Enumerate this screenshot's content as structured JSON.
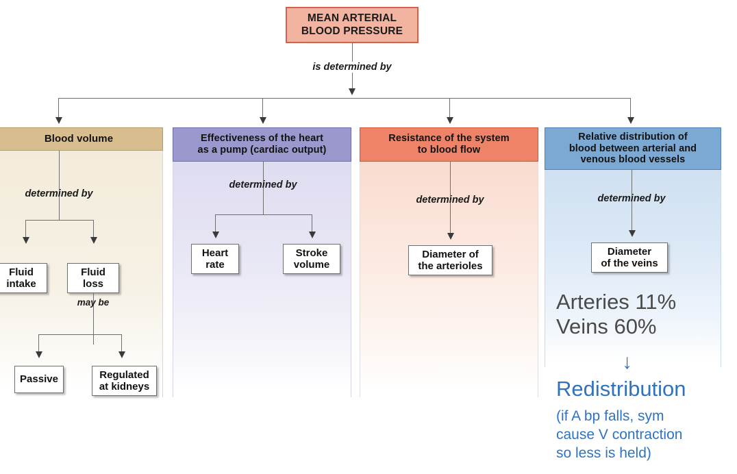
{
  "diagram": {
    "root": {
      "label_line1": "MEAN ARTERIAL",
      "label_line2": "BLOOD PRESSURE",
      "connector_caption": "is determined by",
      "fill": "#f2b3a0",
      "border": "#d4614a"
    },
    "columns": [
      {
        "id": "blood-volume",
        "header": "Blood volume",
        "header_fill": "#d8bd8f",
        "header_border": "#b79a68",
        "caption_1": "determined by",
        "children": [
          {
            "line1": "Fluid",
            "line2": "intake"
          },
          {
            "line1": "Fluid",
            "line2": "loss"
          }
        ],
        "caption_2": "may be",
        "grandchildren": [
          {
            "line1": "Passive",
            "line2": ""
          },
          {
            "line1": "Regulated",
            "line2": "at kidneys"
          }
        ]
      },
      {
        "id": "cardiac-output",
        "header_line1": "Effectiveness of the heart",
        "header_line2": "as a pump (cardiac output)",
        "header_fill": "#9b98cd",
        "header_border": "#6e6bab",
        "caption_1": "determined by",
        "children": [
          {
            "line1": "Heart",
            "line2": "rate"
          },
          {
            "line1": "Stroke",
            "line2": "volume"
          }
        ]
      },
      {
        "id": "resistance",
        "header_line1": "Resistance of the system",
        "header_line2": "to blood flow",
        "header_fill": "#ee8368",
        "header_border": "#d4563a",
        "caption_1": "determined by",
        "children": [
          {
            "line1": "Diameter of",
            "line2": "the arterioles"
          }
        ]
      },
      {
        "id": "distribution",
        "header_line1": "Relative distribution of",
        "header_line2": "blood between arterial and",
        "header_line3": "venous blood vessels",
        "header_fill": "#7ba9d4",
        "header_border": "#4e80b3",
        "caption_1": "determined by",
        "children": [
          {
            "line1": "Diameter",
            "line2": "of the veins"
          }
        ]
      }
    ],
    "annotation": {
      "stat_line1": "Arteries 11%",
      "stat_line2": "Veins 60%",
      "arrow_glyph": "↓",
      "title": "Redistribution",
      "sub_line1": "(if A bp falls, sym",
      "sub_line2": "cause V contraction",
      "sub_line3": "so less is held)",
      "stat_color": "#4a4a4a",
      "accent_color": "#2f73bf"
    }
  }
}
